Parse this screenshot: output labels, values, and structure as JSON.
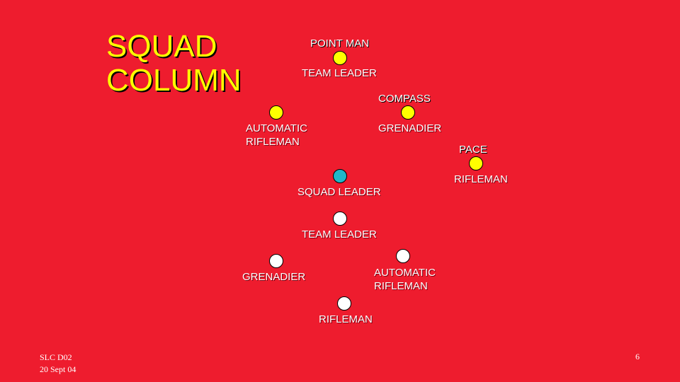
{
  "slide": {
    "title_line1": "SQUAD",
    "title_line2": "COLUMN",
    "footer_line1": "SLC D02",
    "footer_line2": "20 Sept 04",
    "page_number": "6"
  },
  "colors": {
    "background": "#ee1c2e",
    "title": "#ffff00",
    "team_a_marker": "#ffff00",
    "squad_leader_marker": "#1fb8c8",
    "team_b_marker": "#ffffff"
  },
  "positions": {
    "point_man": "POINT MAN",
    "team_leader_a": "TEAM LEADER",
    "compass": "COMPASS",
    "automatic_rifleman_a_line1": "AUTOMATIC",
    "automatic_rifleman_a_line2": "RIFLEMAN",
    "grenadier_a": "GRENADIER",
    "pace": "PACE",
    "rifleman_a": "RIFLEMAN",
    "squad_leader": "SQUAD LEADER",
    "team_leader_b": "TEAM LEADER",
    "grenadier_b": "GRENADIER",
    "automatic_rifleman_b_line1": "AUTOMATIC",
    "automatic_rifleman_b_line2": "RIFLEMAN",
    "rifleman_b": "RIFLEMAN"
  }
}
